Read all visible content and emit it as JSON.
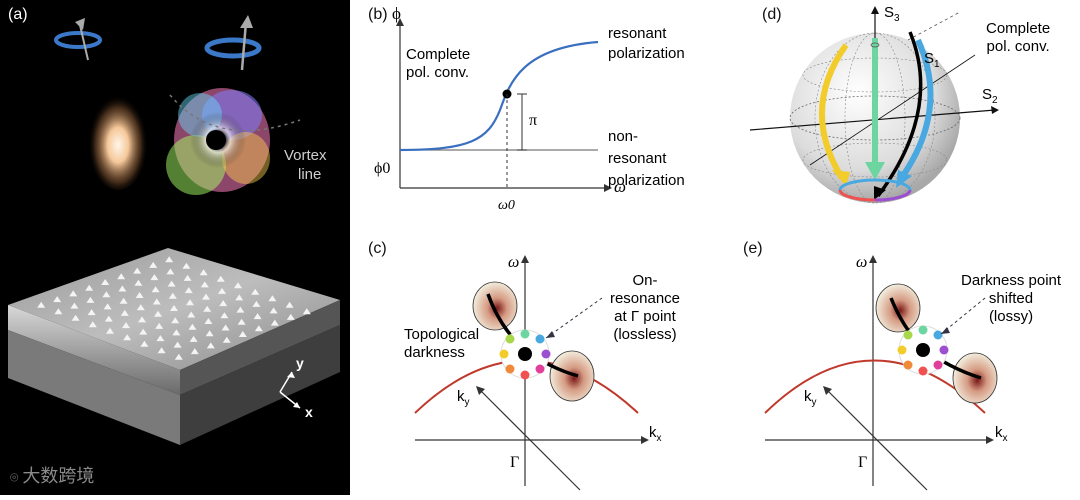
{
  "panel_a": {
    "letter": "(a)",
    "vortex_label_line1": "Vortex",
    "vortex_label_line2": "line",
    "axis_y": "y",
    "axis_x": "x",
    "watermark": "大数跨境"
  },
  "panel_b": {
    "letter": "(b)",
    "y_axis": "ϕ",
    "x_axis": "ω",
    "phi0": "ϕ0",
    "omega0": "ω0",
    "pi": "π",
    "complete_line1": "Complete",
    "complete_line2": "pol. conv.",
    "resonant_line1": "resonant",
    "resonant_line2": "polarization",
    "nonres_line1": "non-resonant",
    "nonres_line2": "polarization"
  },
  "panel_c": {
    "letter": "(c)",
    "omega": "ω",
    "ky": "ky",
    "kx": "kx",
    "gamma": "Γ",
    "onres_line1": "On-resonance",
    "onres_line2": "at Γ point",
    "onres_line3": "(lossless)",
    "topo_line1": "Topological",
    "topo_line2": "darkness"
  },
  "panel_d": {
    "letter": "(d)",
    "s3": "S3",
    "s2": "S2",
    "s1": "S1",
    "complete_line1": "Complete",
    "complete_line2": "pol. conv."
  },
  "panel_e": {
    "letter": "(e)",
    "omega": "ω",
    "ky": "ky",
    "kx": "kx",
    "gamma": "Γ",
    "dark_line1": "Darkness point",
    "dark_line2": "shifted",
    "dark_line3": "(lossy)"
  },
  "colors": {
    "curve_blue": "#3a6fc0",
    "band_red": "#c0392b",
    "arrow_yellow": "#f2cc2a",
    "arrow_green": "#6dd6a0",
    "arrow_blue": "#4aa8e0"
  }
}
